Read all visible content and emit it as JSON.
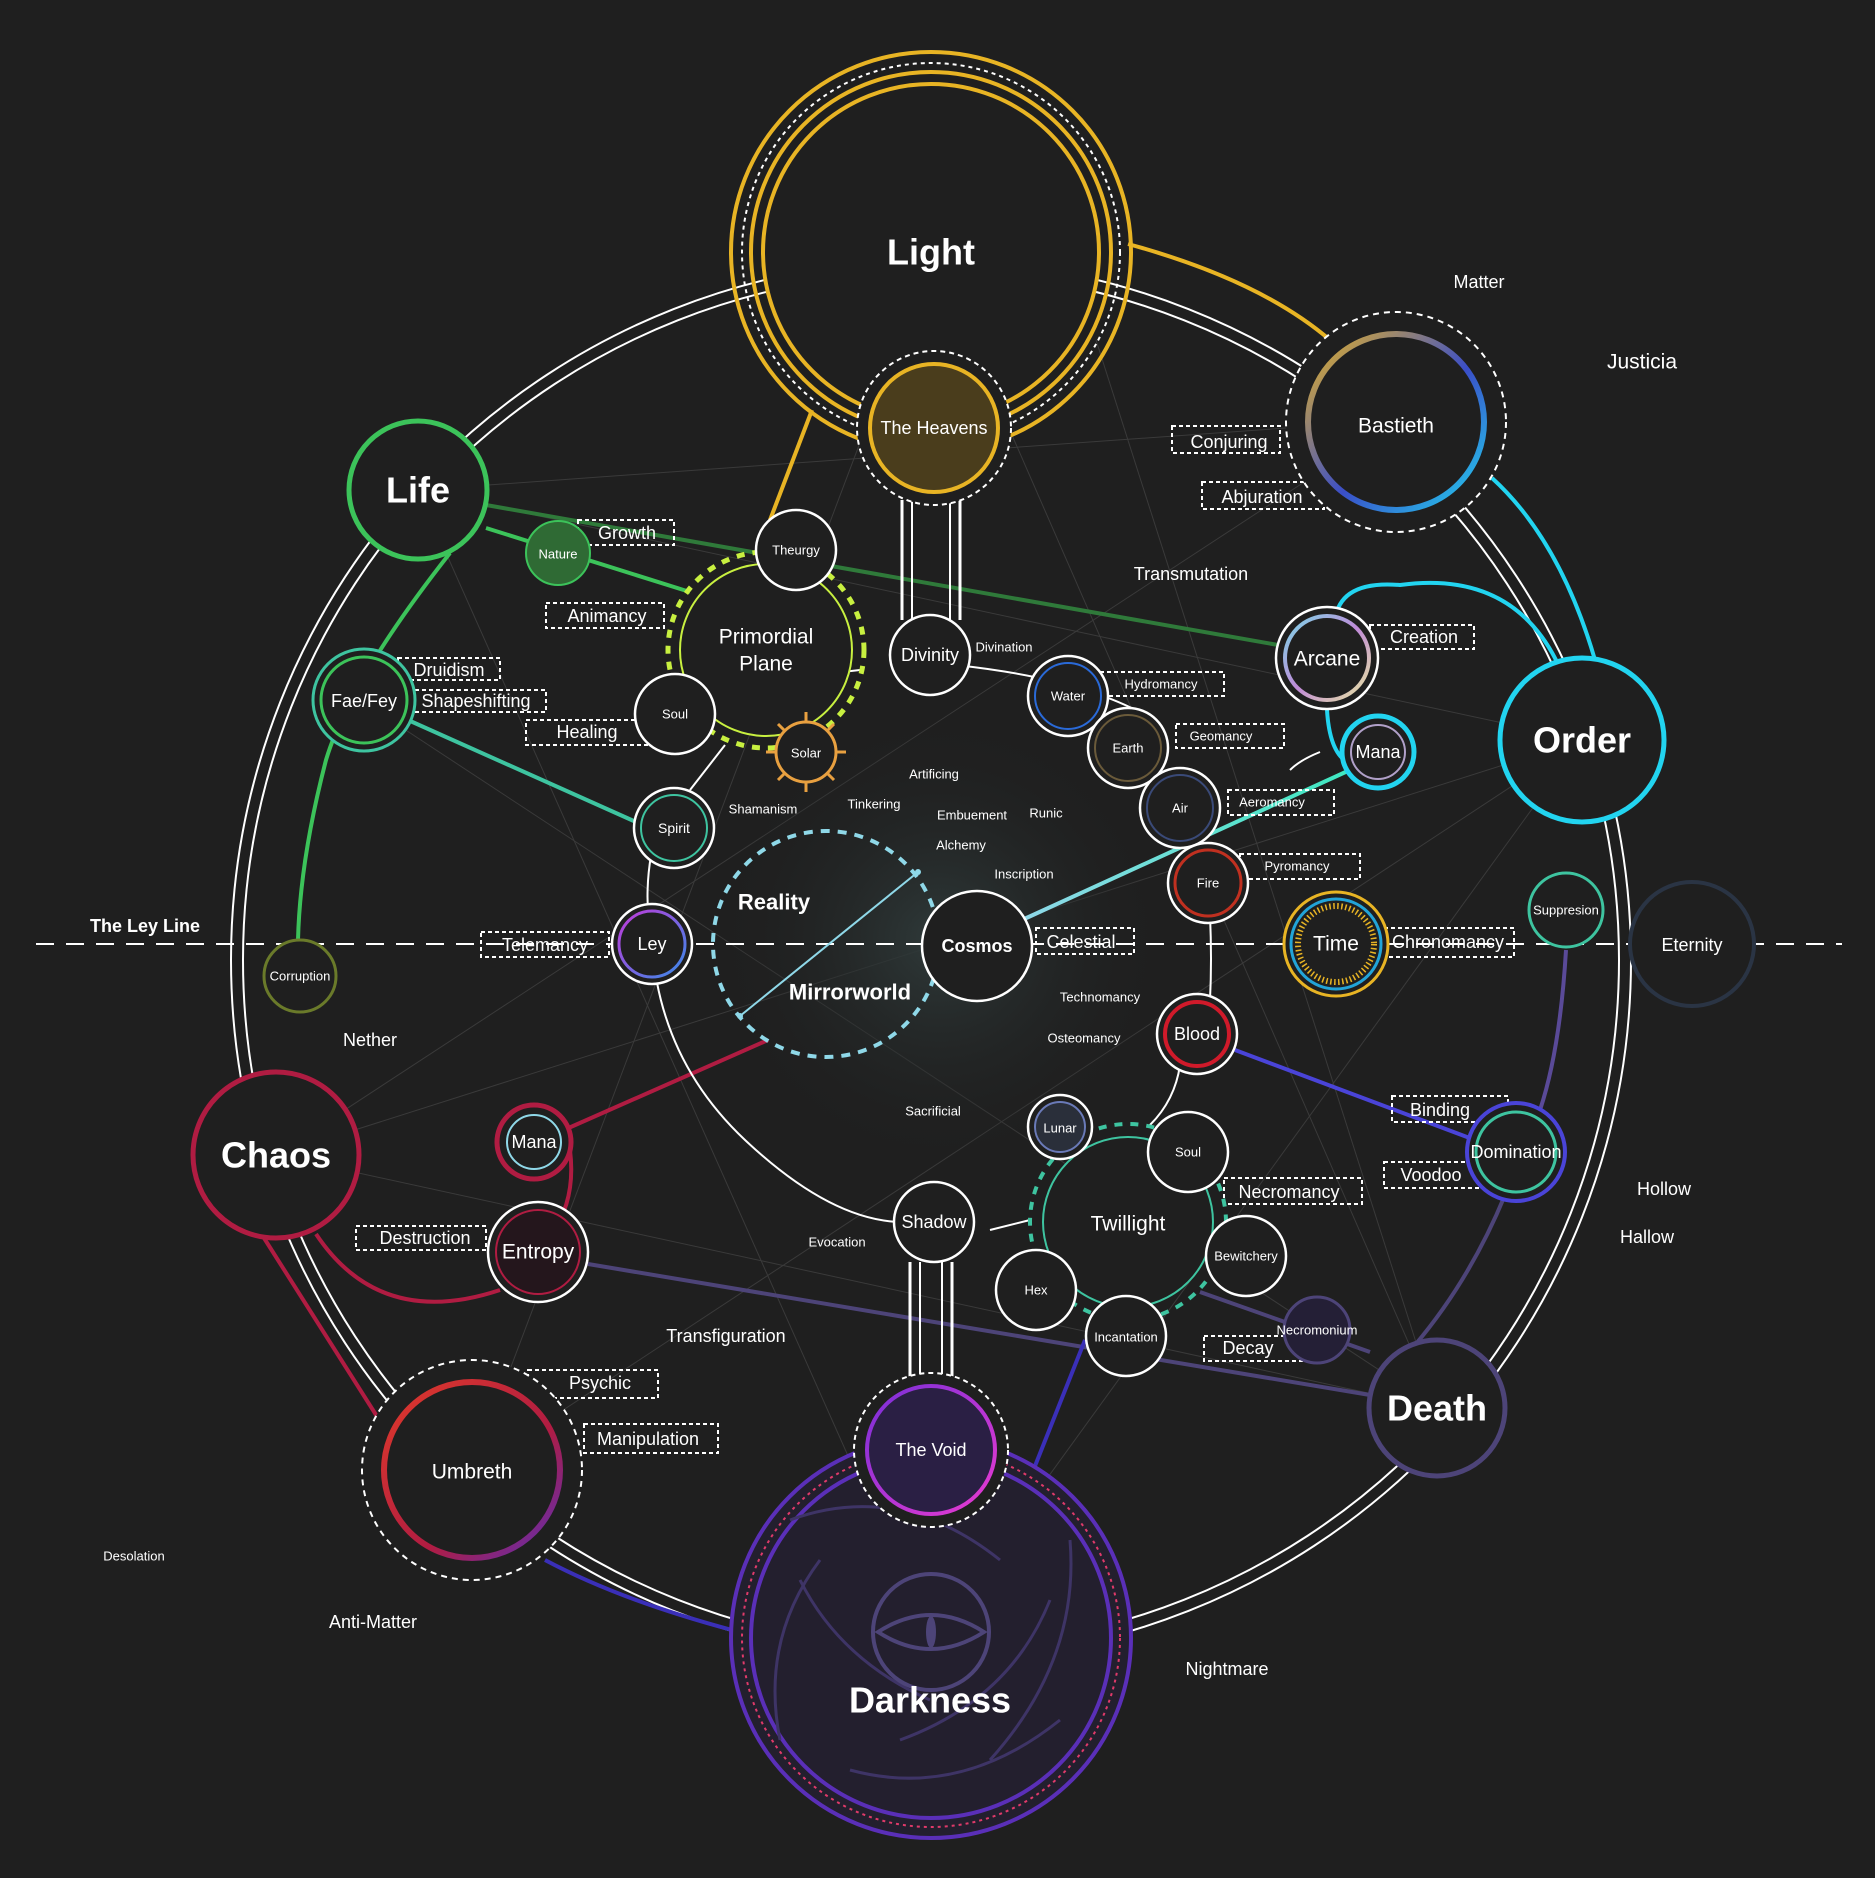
{
  "ley_line_title": "The Ley Line",
  "nodes": {
    "light": "Light",
    "order": "Order",
    "death": "Death",
    "darkness": "Darkness",
    "chaos": "Chaos",
    "life": "Life",
    "the_heavens": "The Heavens",
    "the_void": "The Void",
    "bastieth": "Bastieth",
    "umbreth": "Umbreth",
    "theurgy": "Theurgy",
    "primordial_plane": "Primordial Plane",
    "primordial_line1": "Primordial",
    "primordial_line2": "Plane",
    "divinity": "Divinity",
    "soul_upper": "Soul",
    "solar": "Solar",
    "spirit": "Spirit",
    "ley": "Ley",
    "nature": "Nature",
    "fae_fey": "Fae/Fey",
    "corruption": "Corruption",
    "reality": "Reality",
    "mirrorworld": "Mirrorworld",
    "cosmos": "Cosmos",
    "water": "Water",
    "earth": "Earth",
    "air": "Air",
    "fire": "Fire",
    "arcane": "Arcane",
    "mana_right": "Mana",
    "time": "Time",
    "suppresion": "Suppresion",
    "eternity": "Eternity",
    "blood": "Blood",
    "domination": "Domination",
    "lunar": "Lunar",
    "soul_lower": "Soul",
    "twillight": "Twillight",
    "bewitchery": "Bewitchery",
    "hex": "Hex",
    "incantation": "Incantation",
    "necromonium": "Necromonium",
    "shadow": "Shadow",
    "mana_left": "Mana",
    "entropy": "Entropy"
  },
  "tags": {
    "growth": "Growth",
    "animancy": "Animancy",
    "druidism": "Druidism",
    "shapeshifting": "Shapeshifting",
    "healing": "Healing",
    "telemancy": "Telemancy",
    "conjuring": "Conjuring",
    "abjuration": "Abjuration",
    "creation": "Creation",
    "hydromancy": "Hydromancy",
    "geomancy": "Geomancy",
    "aeromancy": "Aeromancy",
    "pyromancy": "Pyromancy",
    "celestial": "Celestial",
    "chronomancy": "Chronomancy",
    "binding": "Binding",
    "voodoo": "Voodoo",
    "necromancy": "Necromancy",
    "decay": "Decay",
    "destruction": "Destruction",
    "psychic": "Psychic",
    "manipulation": "Manipulation"
  },
  "free_labels": {
    "matter": "Matter",
    "justicia": "Justicia",
    "transmutation": "Transmutation",
    "divination": "Divination",
    "artificing": "Artificing",
    "tinkering": "Tinkering",
    "shamanism": "Shamanism",
    "embuement": "Embuement",
    "runic": "Runic",
    "alchemy": "Alchemy",
    "inscription": "Inscription",
    "technomancy": "Technomancy",
    "osteomancy": "Osteomancy",
    "sacrificial": "Sacrificial",
    "evocation": "Evocation",
    "transfiguration": "Transfiguration",
    "nether": "Nether",
    "hollow": "Hollow",
    "hallow": "Hallow",
    "nightmare": "Nightmare",
    "desolation": "Desolation",
    "anti_matter": "Anti-Matter"
  },
  "colors": {
    "background": "#1f1f1f",
    "light": "#e8b424",
    "order": "#22d4f0",
    "death": "#4d4478",
    "darkness": "#5a2fb8",
    "chaos": "#b01c42",
    "life": "#3cc35a",
    "ley_line_teal": "#3ec4a0",
    "mirrorworld": "#8fd8e8"
  }
}
